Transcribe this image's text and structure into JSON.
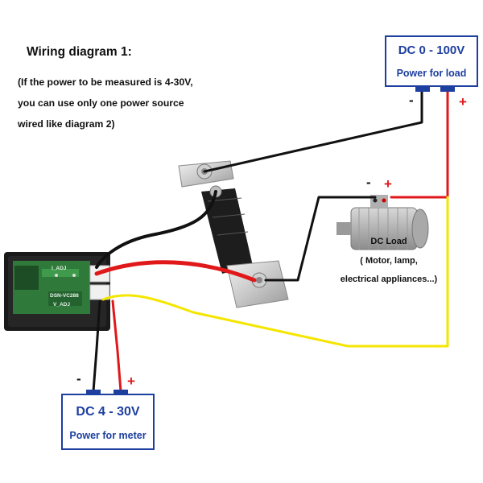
{
  "diagram": {
    "title": "Wiring diagram 1:",
    "note_lines": [
      "(If the power to be measured is 4-30V,",
      "you can use only one power source",
      "wired like diagram 2)"
    ]
  },
  "load_supply": {
    "voltage": "DC 0 - 100V",
    "caption": "Power for load",
    "neg": "-",
    "pos": "+"
  },
  "meter_supply": {
    "voltage": "DC 4 - 30V",
    "caption": "Power for meter",
    "neg": "-",
    "pos": "+"
  },
  "dc_load": {
    "title": "DC Load",
    "desc_line1": "( Motor, lamp,",
    "desc_line2": "electrical appliances...)",
    "neg": "-",
    "pos": "+"
  },
  "meter_board": {
    "model": "DSN-VC288",
    "labels": [
      "V_ADJ",
      "I_ADJ"
    ]
  },
  "colors": {
    "psu_blue": "#1d3fa0",
    "wire_red": "#e0181a",
    "wire_black": "#111111",
    "wire_yellow": "#f4e600",
    "pcb_green": "#2f7a3a"
  },
  "icons": {
    "load": "motor-icon",
    "shunt": "shunt-resistor-icon",
    "meter": "panel-meter-icon"
  }
}
